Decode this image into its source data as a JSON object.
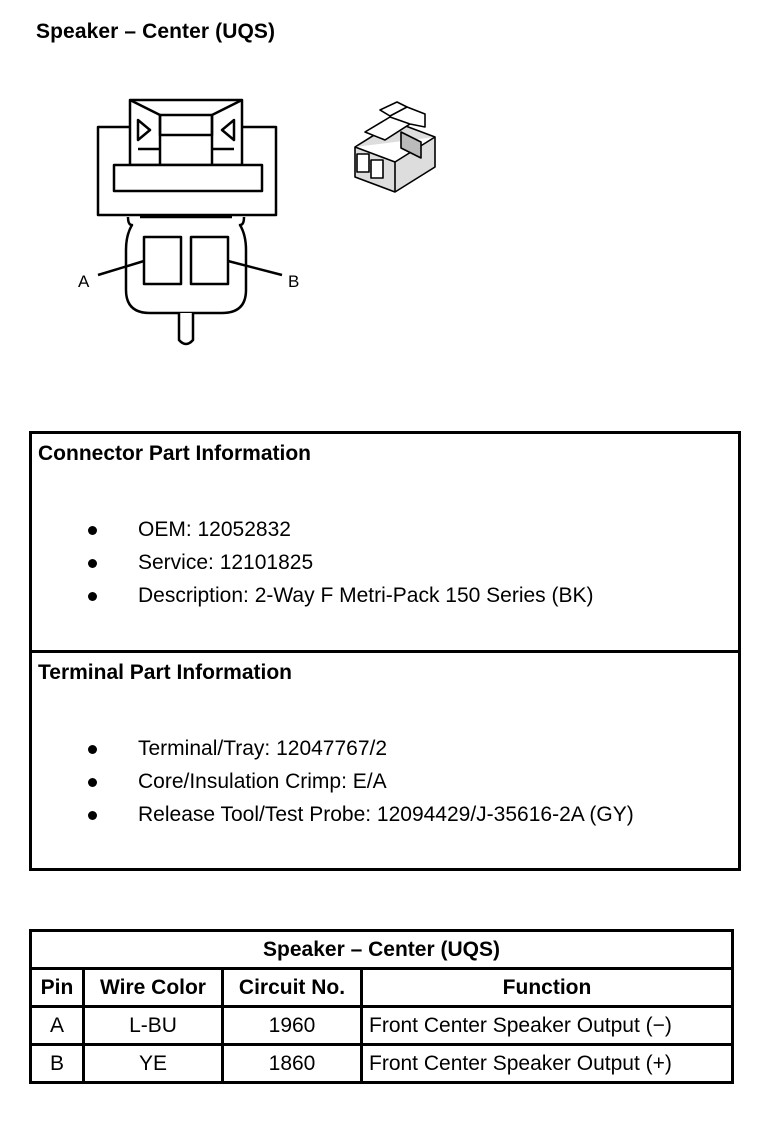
{
  "title": "Speaker – Center (UQS)",
  "diagram": {
    "pin_a_label": "A",
    "pin_b_label": "B"
  },
  "connector_info": {
    "heading": "Connector Part Information",
    "items": [
      "OEM: 12052832",
      "Service: 12101825",
      "Description: 2-Way F Metri-Pack 150 Series (BK)"
    ]
  },
  "terminal_info": {
    "heading": "Terminal Part Information",
    "items": [
      "Terminal/Tray: 12047767/2",
      "Core/Insulation Crimp: E/A",
      "Release Tool/Test Probe: 12094429/J-35616-2A (GY)"
    ]
  },
  "pin_table": {
    "caption": "Speaker – Center (UQS)",
    "headers": [
      "Pin",
      "Wire Color",
      "Circuit No.",
      "Function"
    ],
    "rows": [
      [
        "A",
        "L-BU",
        "1960",
        "Front Center Speaker Output (−)"
      ],
      [
        "B",
        "YE",
        "1860",
        "Front Center Speaker Output (+)"
      ]
    ]
  }
}
